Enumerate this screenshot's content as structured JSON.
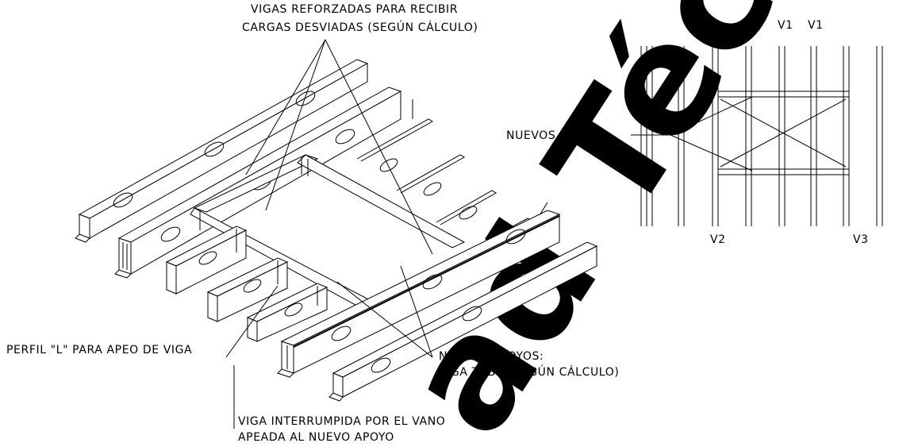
{
  "left_figure": {
    "label_reinforced": [
      "VIGAS REFORZADAS PARA RECIBIR",
      "CARGAS DESVIADAS (SEGÚN CÁLCULO)"
    ],
    "label_profile": "PERFIL \"L\" PARA APEO DE VIGA",
    "label_interrupted": [
      "VIGA INTERRUMPIDA POR EL VANO",
      "APEADA AL NUEVO APOYO"
    ],
    "label_new_supports": [
      "NUEVOS APOYOS:",
      "VIGA TUBO (SEGÚN CÁLCULO)"
    ]
  },
  "right_figure": {
    "label_new_supports": "NUEVOS APOYOS",
    "beam_labels_top": [
      "V1",
      "V1",
      "V1"
    ],
    "beam_label_left": "V2",
    "beam_label_right": "V3"
  },
  "watermark": {
    "text": "ad Técnica",
    "color": "#000000"
  }
}
